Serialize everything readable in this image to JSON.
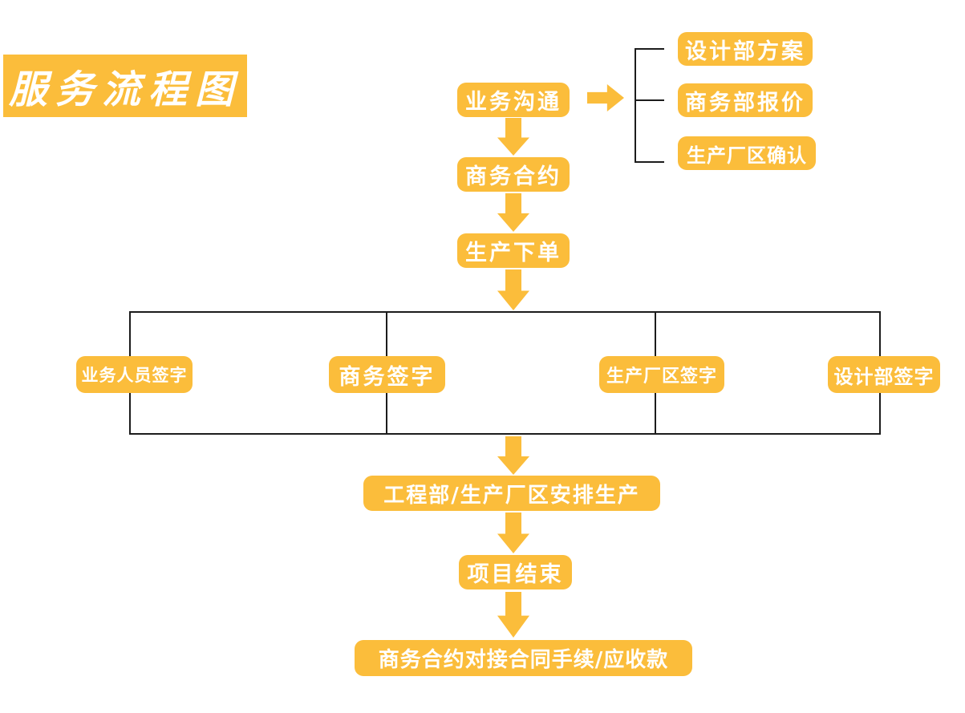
{
  "title": {
    "text": "服务流程图"
  },
  "colors": {
    "accent": "#FBBD3B",
    "node_text": "#FFFFFF",
    "connector_line": "#1C1C1C",
    "background": "#FFFFFF"
  },
  "flow": {
    "main": [
      {
        "name": "business-communication",
        "label": "业务沟通"
      },
      {
        "name": "business-contract",
        "label": "商务合约"
      },
      {
        "name": "production-order",
        "label": "生产下单"
      }
    ],
    "branch": [
      {
        "name": "design-dept-plan",
        "label": "设计部方案"
      },
      {
        "name": "business-dept-quote",
        "label": "商务部报价"
      },
      {
        "name": "production-plant-confirm",
        "label": "生产厂区确认"
      }
    ],
    "signatures": [
      {
        "name": "sales-staff-signature",
        "label": "业务人员签字"
      },
      {
        "name": "business-signature",
        "label": "商务签字"
      },
      {
        "name": "production-plant-signature",
        "label": "生产厂区签字"
      },
      {
        "name": "design-dept-signature",
        "label": "设计部签字"
      }
    ],
    "tail": [
      {
        "name": "engineering-production-arrange",
        "label": "工程部/生产厂区安排生产"
      },
      {
        "name": "project-end",
        "label": "项目结束"
      },
      {
        "name": "contract-procedures-receivables",
        "label": "商务合约对接合同手续/应收款"
      }
    ]
  }
}
